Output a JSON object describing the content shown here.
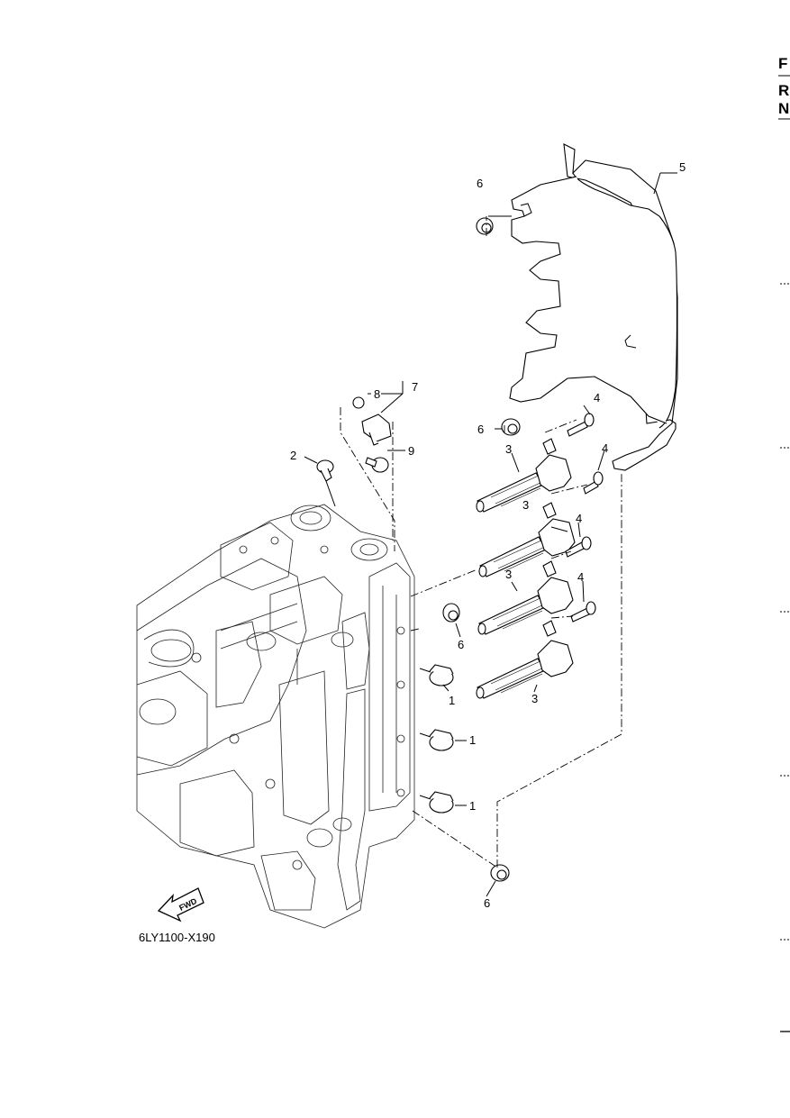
{
  "edge_marks": {
    "top": "F",
    "mid1": "R",
    "mid2": "N"
  },
  "diagram_code": "6LY1100-X190",
  "fwd_label": "FWD",
  "callouts": {
    "c1a": "1",
    "c1b": "1",
    "c1c": "1",
    "c2": "2",
    "c3a": "3",
    "c3b": "3",
    "c3c": "3",
    "c3d": "3",
    "c4a": "4",
    "c4b": "4",
    "c4c": "4",
    "c4d": "4",
    "c5": "5",
    "c6a": "6",
    "c6b": "6",
    "c6c": "6",
    "c6d": "6",
    "c7": "7",
    "c8": "8",
    "c9": "9"
  }
}
